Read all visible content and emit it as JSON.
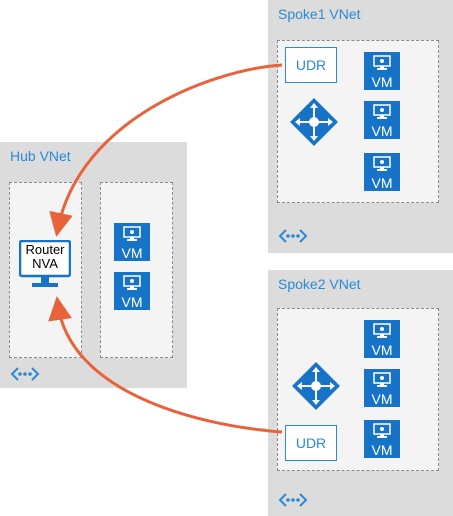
{
  "hub": {
    "title": "Hub VNet",
    "router": {
      "line1": "Router",
      "line2": "NVA",
      "icon": "router-nva-icon"
    },
    "vms": [
      "VM",
      "VM"
    ],
    "peering_icon": "vnet-peering-icon"
  },
  "spoke1": {
    "title": "Spoke1 VNet",
    "udr_label": "UDR",
    "vms": [
      "VM",
      "VM",
      "VM"
    ],
    "gateway_icon": "load-balancer-icon",
    "peering_icon": "vnet-peering-icon"
  },
  "spoke2": {
    "title": "Spoke2 VNet",
    "udr_label": "UDR",
    "vms": [
      "VM",
      "VM",
      "VM"
    ],
    "gateway_icon": "load-balancer-icon",
    "peering_icon": "vnet-peering-icon"
  },
  "colors": {
    "vnet_bg": "#dcdcdc",
    "accent_blue": "#2b8ad6",
    "vm_blue": "#1673c8",
    "arrow_orange": "#e8623a"
  }
}
